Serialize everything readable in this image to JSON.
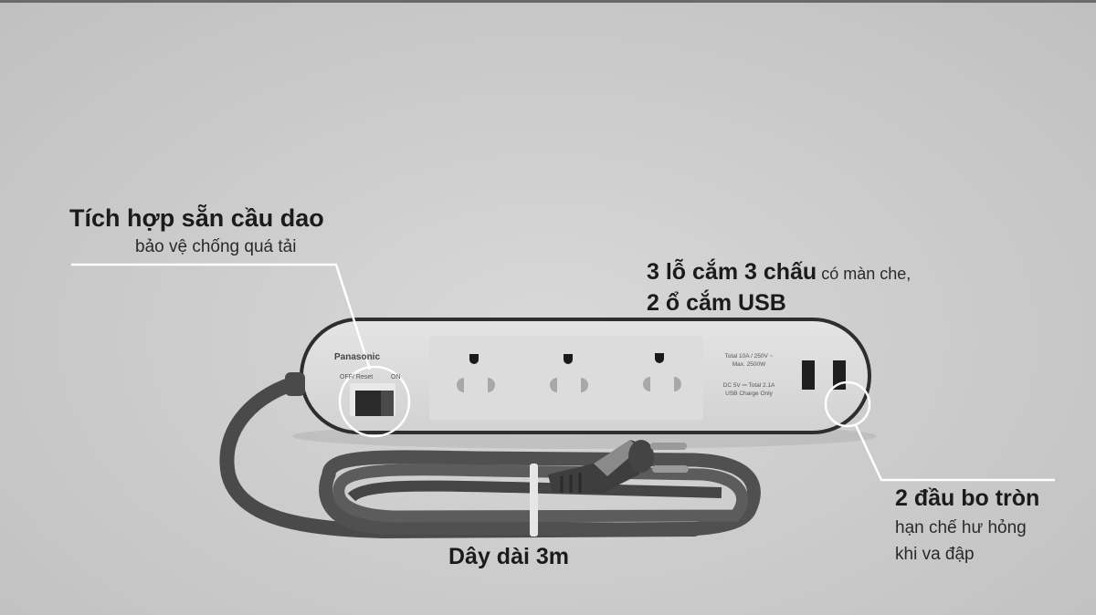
{
  "image": {
    "description": "Panasonic power strip product infographic (grayscale)",
    "background_color": "#c8c8c8",
    "annotation_line_color": "#ffffff"
  },
  "product": {
    "brand_label": "Panasonic",
    "switch_label_left": "OFF/ Reset",
    "switch_label_right": "ON",
    "rating_line1": "Total 10A / 250V ~",
    "rating_line2": "Max. 2500W",
    "usb_line1": "DC 5V ⎓ Total 2.1A",
    "usb_line2": "USB Charge Only",
    "socket_count": 3,
    "usb_port_count": 2
  },
  "callouts": {
    "breaker": {
      "title": "Tích hợp sẵn cầu dao",
      "subtitle": "bảo vệ chống quá tải"
    },
    "sockets": {
      "title_bold": "3 lỗ cắm 3 chấu",
      "title_light": " có màn che,",
      "line2": "2 ổ cắm USB"
    },
    "rounded_ends": {
      "title": "2 đầu bo tròn",
      "line1": "hạn chế hư hỏng",
      "line2": "khi va đập"
    },
    "cable": {
      "title": "Dây dài 3m"
    }
  }
}
